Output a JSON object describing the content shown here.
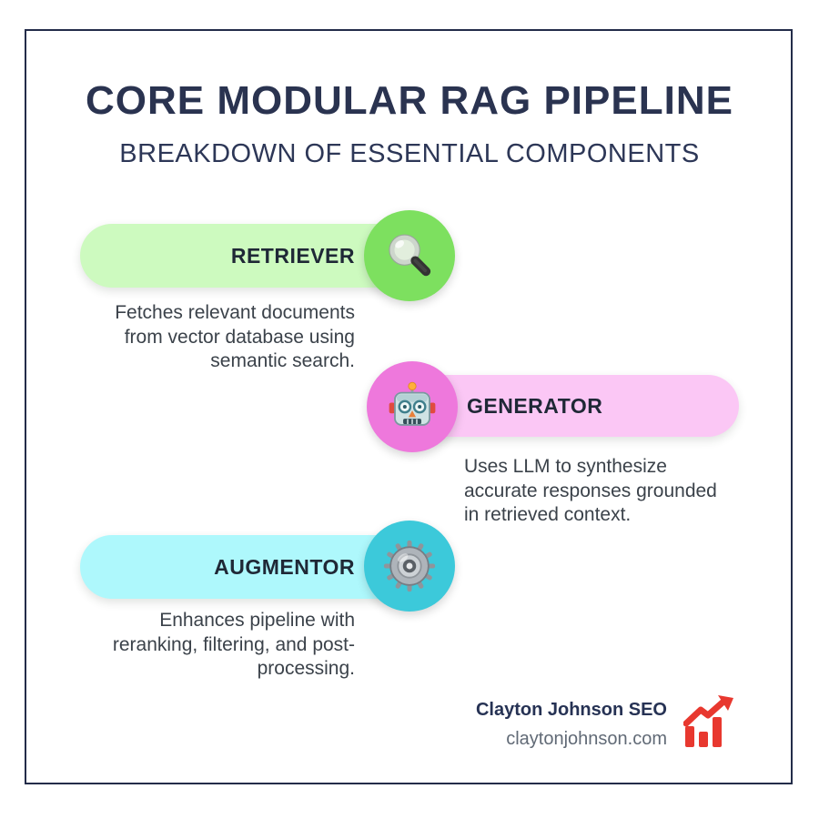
{
  "page": {
    "background": "#ffffff",
    "frame_border_color": "#232c49"
  },
  "header": {
    "title": "CORE MODULAR RAG PIPELINE",
    "subtitle": "BREAKDOWN OF ESSENTIAL COMPONENTS",
    "title_color": "#2a3350"
  },
  "components": [
    {
      "id": "retriever",
      "label": "RETRIEVER",
      "description": "Fetches relevant documents from vector database using semantic search.",
      "pill_color": "#cdfabf",
      "circle_color": "#7de05f",
      "icon": "magnifying-glass-icon"
    },
    {
      "id": "generator",
      "label": "GENERATOR",
      "description": "Uses LLM to synthesize accurate responses grounded in retrieved context.",
      "pill_color": "#fbc7f5",
      "circle_color": "#ee78dc",
      "icon": "robot-icon"
    },
    {
      "id": "augmentor",
      "label": "AUGMENTOR",
      "description": "Enhances pipeline with reranking, filtering, and post-processing.",
      "pill_color": "#aef8fc",
      "circle_color": "#3cc9da",
      "icon": "gear-icon"
    }
  ],
  "footer": {
    "brand": "Clayton Johnson SEO",
    "website": "claytonjohnson.com",
    "icon": "growth-chart-icon",
    "icon_color": "#e8382f"
  }
}
